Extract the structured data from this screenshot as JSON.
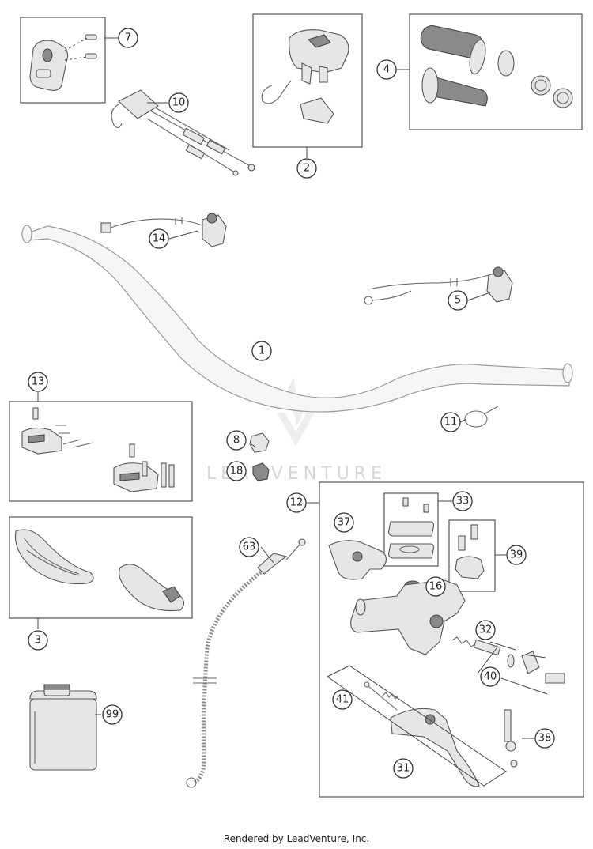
{
  "callouts": {
    "c7": "7",
    "c10": "10",
    "c2": "2",
    "c4": "4",
    "c14": "14",
    "c5": "5",
    "c1": "1",
    "c13": "13",
    "c11": "11",
    "c8": "8",
    "c18": "18",
    "c12": "12",
    "c33": "33",
    "c37": "37",
    "c39": "39",
    "c16": "16",
    "c63": "63",
    "c32": "32",
    "c40": "40",
    "c41": "41",
    "c38": "38",
    "c31": "31",
    "c3": "3",
    "c99": "99"
  },
  "watermark": {
    "text": "LEADVENTURE"
  },
  "footer": {
    "text": "Rendered by LeadVenture, Inc."
  }
}
